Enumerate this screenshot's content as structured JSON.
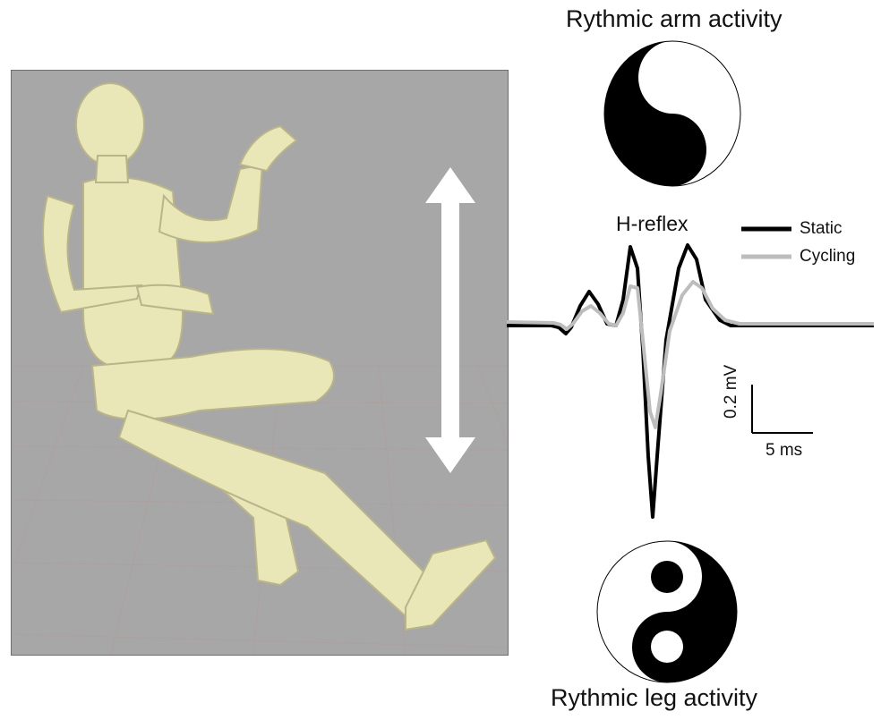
{
  "figure": {
    "arm_title": "Rythmic arm activity",
    "leg_title": "Rythmic leg activity",
    "trace_title": "H-reflex",
    "legend": [
      {
        "label": "Static",
        "color": "#000000"
      },
      {
        "label": "Cycling",
        "color": "#bdbdbd"
      }
    ],
    "scale_bar": {
      "voltage_label": "0.2 mV",
      "time_label": "5 ms"
    },
    "arrow": {
      "direction": "vertical-double",
      "color": "#ffffff"
    },
    "icons": [
      "yin-yang-icon",
      "yin-yang-icon",
      "seated-figure-illustration"
    ]
  }
}
